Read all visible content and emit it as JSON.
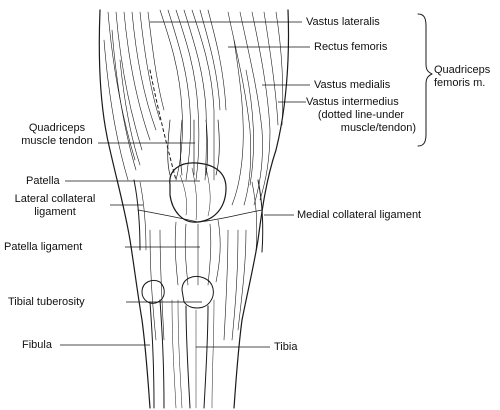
{
  "labels": {
    "vastus_lateralis": "Vastus lateralis",
    "rectus_femoris": "Rectus femoris",
    "vastus_medialis": "Vastus medialis",
    "vastus_intermedius": "Vastus intermedius",
    "vastus_intermedius_note_1": "(dotted line-under",
    "vastus_intermedius_note_2": "muscle/tendon)",
    "quadriceps_group_1": "Quadriceps",
    "quadriceps_group_2": "femoris m.",
    "quadriceps_tendon_1": "Quadriceps",
    "quadriceps_tendon_2": "muscle tendon",
    "patella": "Patella",
    "lateral_collateral_1": "Lateral collateral",
    "lateral_collateral_2": "ligament",
    "medial_collateral": "Medial collateral ligament",
    "patella_ligament": "Patella ligament",
    "tibial_tuberosity": "Tibial tuberosity",
    "fibula": "Fibula",
    "tibia": "Tibia"
  }
}
